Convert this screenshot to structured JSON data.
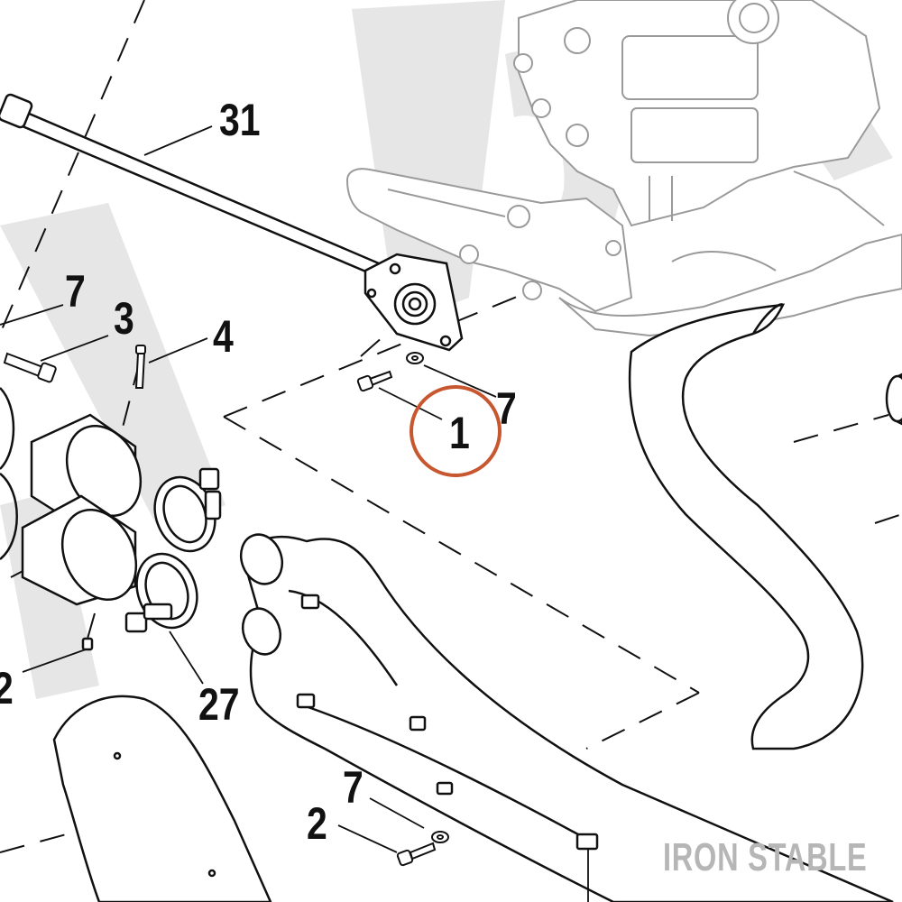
{
  "callouts": {
    "c31": "31",
    "c7a": "7",
    "c3": "3",
    "c4": "4",
    "c7b": "7",
    "c1": "1",
    "c2a": "2",
    "c27": "27",
    "c7c": "7",
    "c2b": "2"
  },
  "highlight": {
    "target": "1",
    "color": "#c8562e"
  },
  "watermark": {
    "text": "IRON STABLE",
    "color": "#b6b6b6"
  },
  "background_mark": {
    "color": "#e6e6e6"
  },
  "line_color": "#111111",
  "frame_color": "#9a9a9a"
}
